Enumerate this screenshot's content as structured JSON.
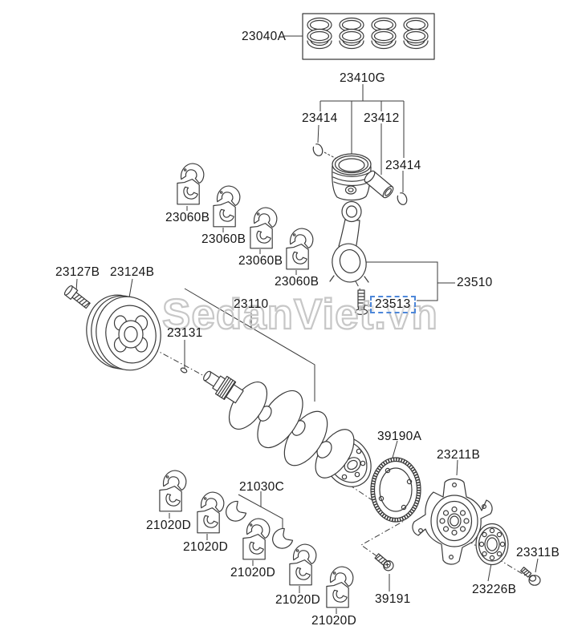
{
  "page": {
    "background": "#ffffff"
  },
  "watermark": {
    "text": "SedanViet.vn",
    "color": "#c7c7c7"
  },
  "diagram": {
    "type": "exploded-parts-diagram",
    "subject": "crankshaft-and-piston",
    "line_color": "#3a3a3a",
    "label_color": "#161616",
    "highlight_color": "#4d87d9",
    "labels": [
      {
        "part": "23040A",
        "highlighted": false
      },
      {
        "part": "23410G",
        "highlighted": false
      },
      {
        "part": "23414",
        "highlighted": false
      },
      {
        "part": "23412",
        "highlighted": false
      },
      {
        "part": "23414",
        "highlighted": false
      },
      {
        "part": "23060B",
        "highlighted": false
      },
      {
        "part": "23060B",
        "highlighted": false
      },
      {
        "part": "23060B",
        "highlighted": false
      },
      {
        "part": "23060B",
        "highlighted": false
      },
      {
        "part": "23127B",
        "highlighted": false
      },
      {
        "part": "23124B",
        "highlighted": false
      },
      {
        "part": "23110",
        "highlighted": false
      },
      {
        "part": "23131",
        "highlighted": false
      },
      {
        "part": "23510",
        "highlighted": false
      },
      {
        "part": "23513",
        "highlighted": true
      },
      {
        "part": "39190A",
        "highlighted": false
      },
      {
        "part": "23211B",
        "highlighted": false
      },
      {
        "part": "21030C",
        "highlighted": false
      },
      {
        "part": "21020D",
        "highlighted": false
      },
      {
        "part": "21020D",
        "highlighted": false
      },
      {
        "part": "21020D",
        "highlighted": false
      },
      {
        "part": "21020D",
        "highlighted": false
      },
      {
        "part": "21020D",
        "highlighted": false
      },
      {
        "part": "39191",
        "highlighted": false
      },
      {
        "part": "23311B",
        "highlighted": false
      },
      {
        "part": "23226B",
        "highlighted": false
      }
    ]
  }
}
